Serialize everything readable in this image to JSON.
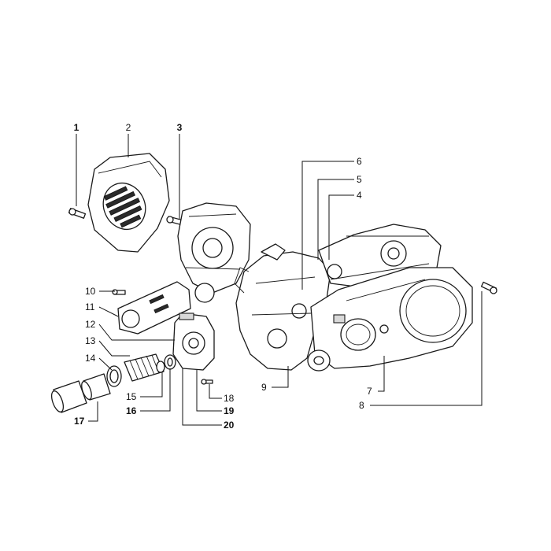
{
  "callouts": [
    {
      "id": "1",
      "bold": true
    },
    {
      "id": "2",
      "bold": false
    },
    {
      "id": "3",
      "bold": true
    },
    {
      "id": "4",
      "bold": false
    },
    {
      "id": "5",
      "bold": false
    },
    {
      "id": "6",
      "bold": false
    },
    {
      "id": "7",
      "bold": false
    },
    {
      "id": "8",
      "bold": false
    },
    {
      "id": "9",
      "bold": false
    },
    {
      "id": "10",
      "bold": false
    },
    {
      "id": "11",
      "bold": false
    },
    {
      "id": "12",
      "bold": false
    },
    {
      "id": "13",
      "bold": false
    },
    {
      "id": "14",
      "bold": false
    },
    {
      "id": "15",
      "bold": false
    },
    {
      "id": "16",
      "bold": true
    },
    {
      "id": "17",
      "bold": true
    },
    {
      "id": "18",
      "bold": false
    },
    {
      "id": "19",
      "bold": true
    },
    {
      "id": "20",
      "bold": true
    }
  ]
}
